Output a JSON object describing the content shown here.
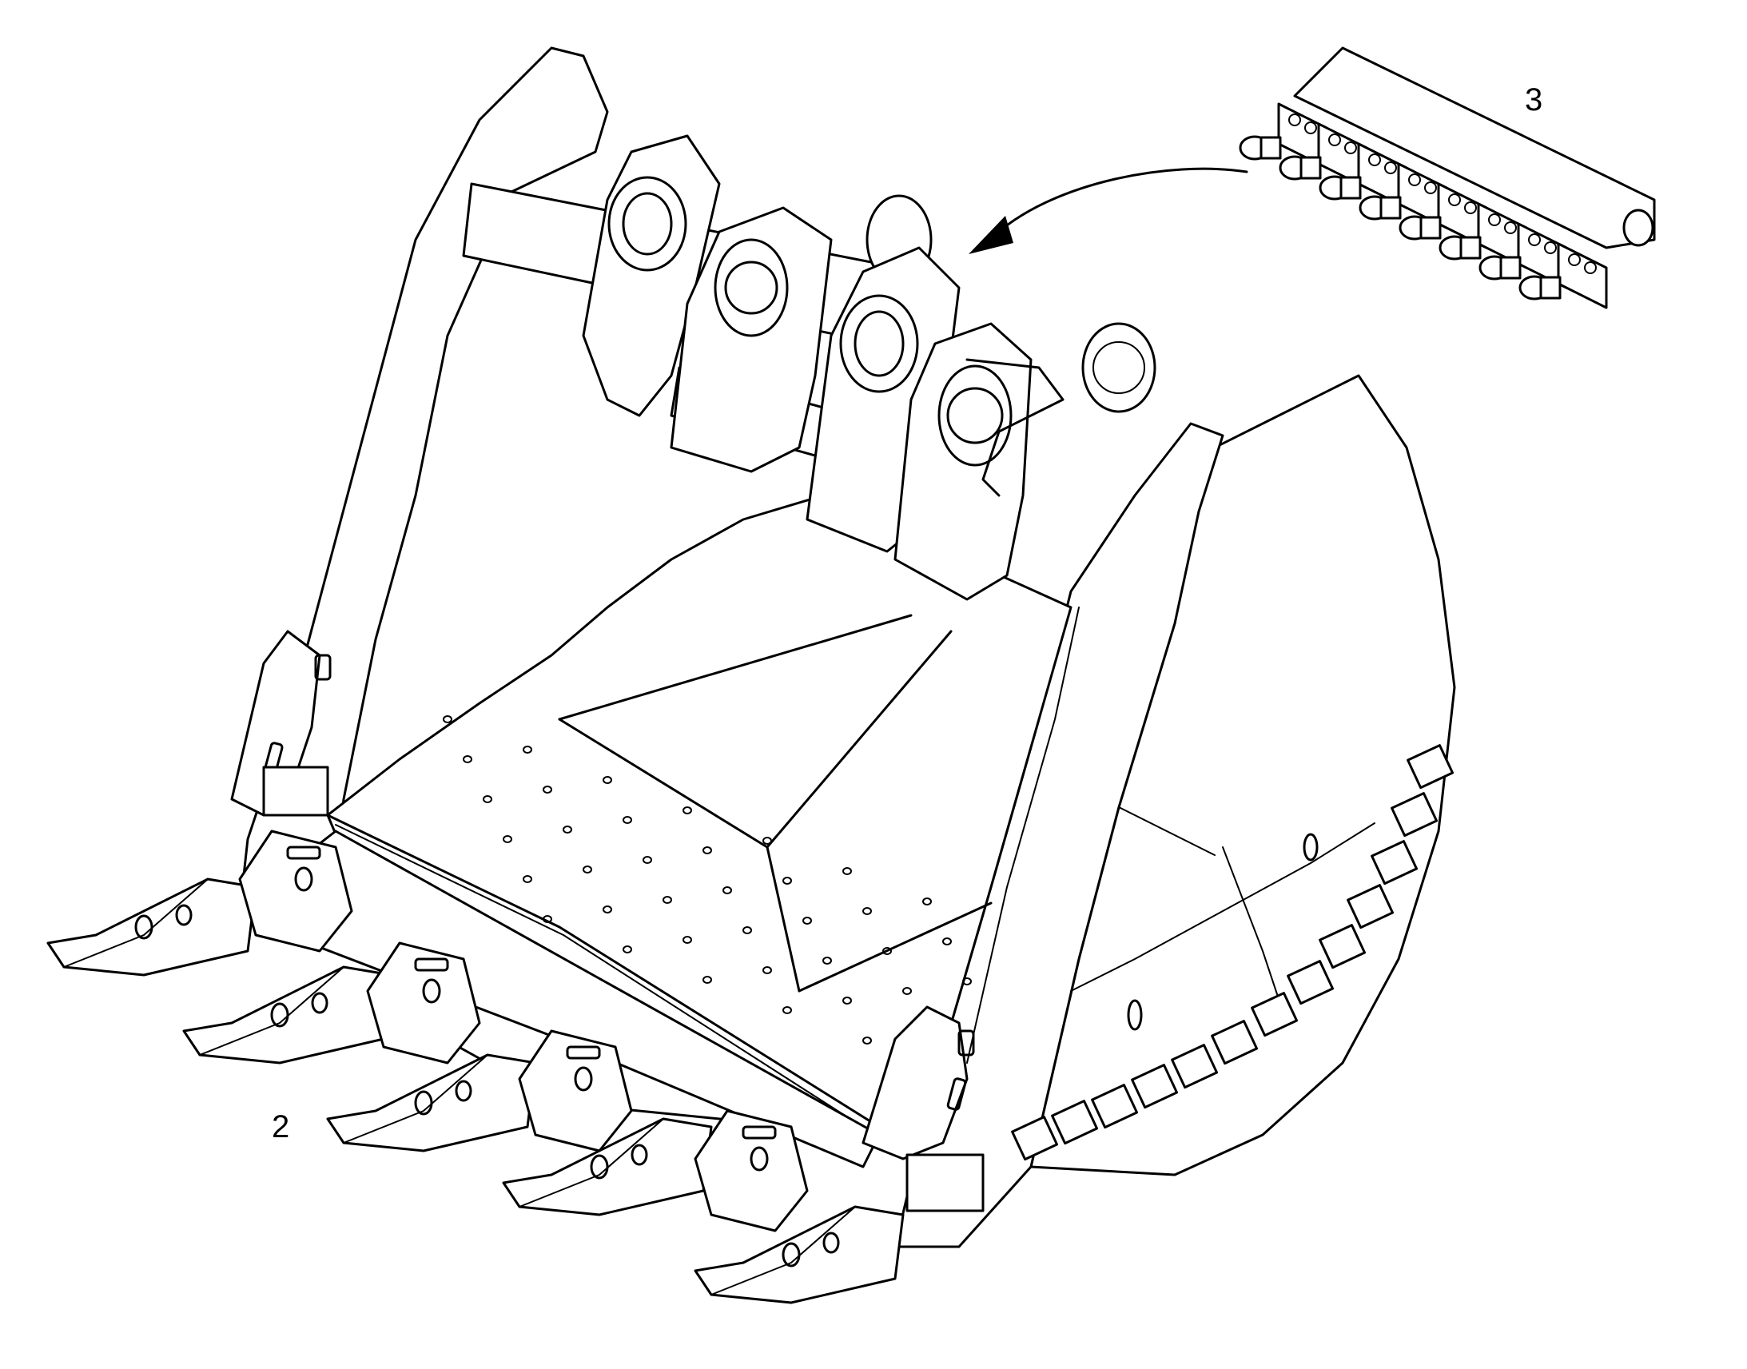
{
  "diagram": {
    "callouts": [
      {
        "id": "2",
        "label": "2"
      },
      {
        "id": "3",
        "label": "3"
      }
    ],
    "colors": {
      "line": "#000000",
      "background": "#ffffff"
    }
  }
}
